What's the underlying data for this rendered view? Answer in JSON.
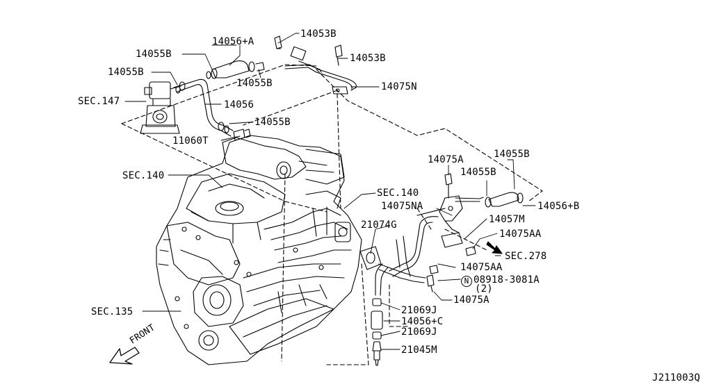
{
  "diagram_id": "J211003Q",
  "front_label": "FRONT",
  "labels": {
    "p14053B_top": "14053B",
    "p14056_A": "14056+A",
    "p14055B_1": "14055B",
    "p14053B_2": "14053B",
    "p14055B_2": "14055B",
    "p14055B_3": "14055B",
    "p14075N": "14075N",
    "sec147": "SEC.147",
    "p14056": "14056",
    "p14055B_4": "14055B",
    "p11060T": "11060T",
    "sec140_a": "SEC.140",
    "sec140_b": "SEC.140",
    "p14075A_1": "14075A",
    "p14055B_5": "14055B",
    "p14055B_6": "14055B",
    "p14075NA": "14075NA",
    "p14056_B": "14056+B",
    "p21074G": "21074G",
    "p14057M": "14057M",
    "p14075AA_1": "14075AA",
    "sec278": "SEC.278",
    "p14075AA_2": "14075AA",
    "nut_mark": "N",
    "p08918": "08918-3081A",
    "p08918_qty": "(2)",
    "p14075A_2": "14075A",
    "sec135": "SEC.135",
    "p21069J_1": "21069J",
    "p14056_C": "14056+C",
    "p21069J_2": "21069J",
    "p21045M": "21045M"
  }
}
